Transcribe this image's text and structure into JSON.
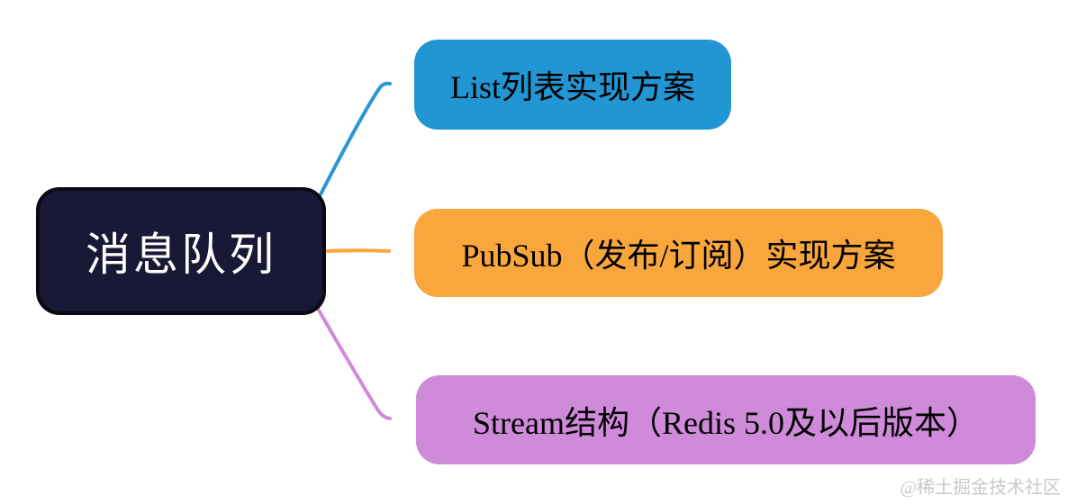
{
  "diagram": {
    "title_hint": "Redis message queue implementation mind map",
    "root": {
      "label": "消息队列",
      "bg": "#1a1837",
      "border": "#0a0a12",
      "text_color": "#ffffff"
    },
    "children": [
      {
        "label": "List列表实现方案",
        "bg": "#2196d3",
        "text_color": "#000000",
        "connector_color": "#2d95d4"
      },
      {
        "label": "PubSub（发布/订阅）实现方案",
        "bg": "#f9a63c",
        "text_color": "#000000",
        "connector_color": "#f9a63c"
      },
      {
        "label": "Stream结构（Redis 5.0及以后版本）",
        "bg": "#cf8ad9",
        "text_color": "#000000",
        "connector_color": "#cf8ad9"
      }
    ],
    "watermark": {
      "label": "@稀土掘金技术社区",
      "text_color": "#c9c9c9"
    }
  }
}
